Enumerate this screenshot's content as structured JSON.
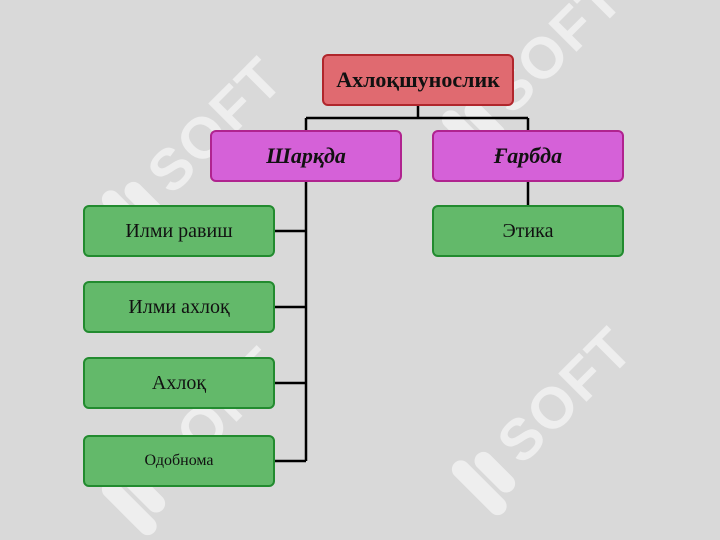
{
  "diagram": {
    "root": {
      "label": "Ахлоқшунослик"
    },
    "branches": [
      {
        "label": "Шарқда",
        "children": [
          {
            "label": "Илми равиш"
          },
          {
            "label": "Илми ахлоқ"
          },
          {
            "label": "Ахлоқ"
          },
          {
            "label": "Одобнома"
          }
        ]
      },
      {
        "label": "Ғарбда",
        "children": [
          {
            "label": "Этика"
          }
        ]
      }
    ]
  },
  "watermark": {
    "text": "SOFT"
  },
  "colors": {
    "background": "#d9d9d9",
    "root_fill": "#e06a70",
    "root_border": "#b0262c",
    "branch_fill": "#d561d8",
    "branch_border": "#b0238f",
    "leaf_fill": "#63b96a",
    "leaf_border": "#228b2f",
    "connector": "#000000"
  }
}
